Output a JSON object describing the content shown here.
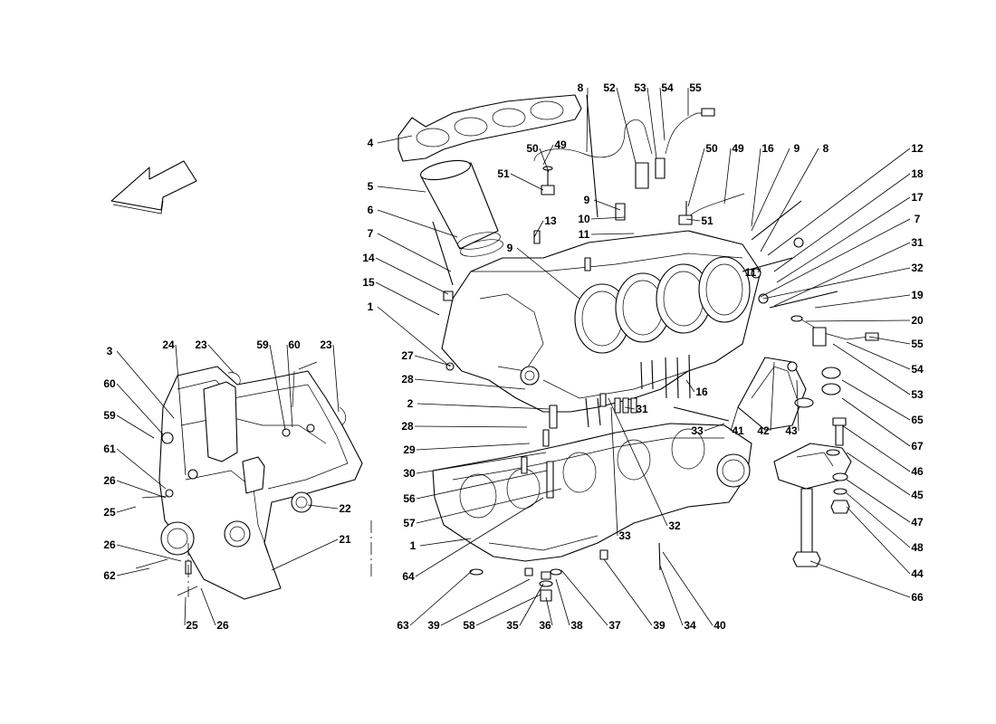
{
  "diagram": {
    "arrow_icon": "direction-arrow-icon",
    "callouts": [
      {
        "label": "4"
      },
      {
        "label": "5"
      },
      {
        "label": "6"
      },
      {
        "label": "7"
      },
      {
        "label": "14"
      },
      {
        "label": "15"
      },
      {
        "label": "1"
      },
      {
        "label": "8"
      },
      {
        "label": "52"
      },
      {
        "label": "53"
      },
      {
        "label": "54"
      },
      {
        "label": "55"
      },
      {
        "label": "50"
      },
      {
        "label": "49"
      },
      {
        "label": "51"
      },
      {
        "label": "9"
      },
      {
        "label": "10"
      },
      {
        "label": "11"
      },
      {
        "label": "13"
      },
      {
        "label": "9"
      },
      {
        "label": "50"
      },
      {
        "label": "49"
      },
      {
        "label": "16"
      },
      {
        "label": "9"
      },
      {
        "label": "8"
      },
      {
        "label": "51"
      },
      {
        "label": "11"
      },
      {
        "label": "12"
      },
      {
        "label": "18"
      },
      {
        "label": "17"
      },
      {
        "label": "7"
      },
      {
        "label": "31"
      },
      {
        "label": "32"
      },
      {
        "label": "19"
      },
      {
        "label": "20"
      },
      {
        "label": "55"
      },
      {
        "label": "54"
      },
      {
        "label": "53"
      },
      {
        "label": "65"
      },
      {
        "label": "67"
      },
      {
        "label": "46"
      },
      {
        "label": "45"
      },
      {
        "label": "47"
      },
      {
        "label": "48"
      },
      {
        "label": "44"
      },
      {
        "label": "66"
      },
      {
        "label": "42"
      },
      {
        "label": "43"
      },
      {
        "label": "41"
      },
      {
        "label": "33"
      },
      {
        "label": "16"
      },
      {
        "label": "27"
      },
      {
        "label": "28"
      },
      {
        "label": "2"
      },
      {
        "label": "28"
      },
      {
        "label": "29"
      },
      {
        "label": "30"
      },
      {
        "label": "31"
      },
      {
        "label": "56"
      },
      {
        "label": "57"
      },
      {
        "label": "1"
      },
      {
        "label": "64"
      },
      {
        "label": "33"
      },
      {
        "label": "32"
      },
      {
        "label": "63"
      },
      {
        "label": "39"
      },
      {
        "label": "58"
      },
      {
        "label": "35"
      },
      {
        "label": "36"
      },
      {
        "label": "38"
      },
      {
        "label": "37"
      },
      {
        "label": "39"
      },
      {
        "label": "34"
      },
      {
        "label": "40"
      },
      {
        "label": "3"
      },
      {
        "label": "24"
      },
      {
        "label": "23"
      },
      {
        "label": "59"
      },
      {
        "label": "60"
      },
      {
        "label": "23"
      },
      {
        "label": "60"
      },
      {
        "label": "59"
      },
      {
        "label": "61"
      },
      {
        "label": "26"
      },
      {
        "label": "25"
      },
      {
        "label": "26"
      },
      {
        "label": "62"
      },
      {
        "label": "22"
      },
      {
        "label": "21"
      },
      {
        "label": "25"
      },
      {
        "label": "26"
      }
    ]
  }
}
